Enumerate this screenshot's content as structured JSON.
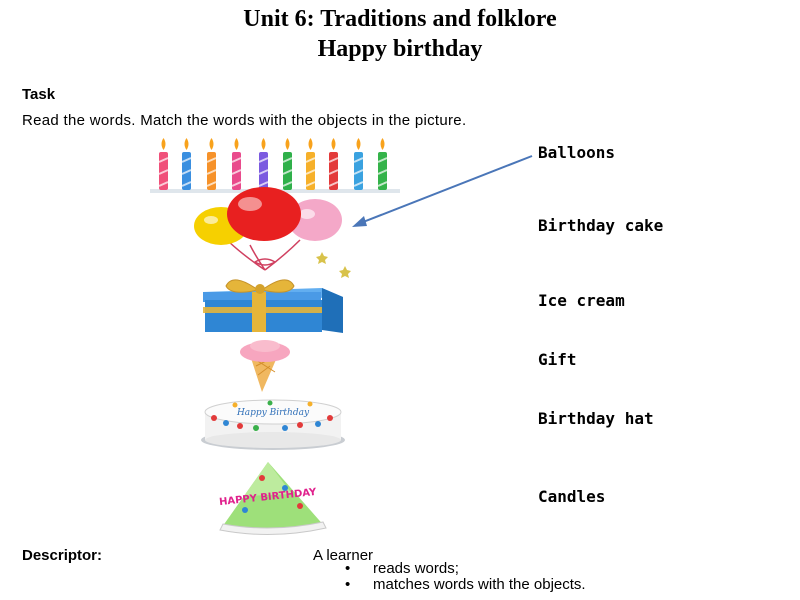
{
  "header": {
    "unit_title": "Unit 6: Traditions and folklore",
    "lesson_title": "Happy birthday"
  },
  "task": {
    "label": "Task",
    "instruction": "Read the words. Match the words with the objects in the picture."
  },
  "words": [
    "Balloons",
    "Birthday cake",
    "Ice cream",
    "Gift",
    "Birthday hat",
    "Candles"
  ],
  "pictures": [
    "candles-icon",
    "balloons-icon",
    "gift-icon",
    "ice-cream-icon",
    "birthday-cake-icon",
    "birthday-hat-icon"
  ],
  "cake_text": "Happy Birthday",
  "hat_text": "HAPPY BIRTHDAY",
  "descriptor": {
    "label": "Descriptor:",
    "subject": "A learner",
    "items": [
      "reads words;",
      "matches words with the objects."
    ]
  },
  "colors": {
    "arrow": "#4a76b8",
    "gift_box": "#2f86d4",
    "ribbon": "#e5b53a",
    "balloon_red": "#e82020",
    "balloon_yellow": "#f6d000",
    "balloon_pink": "#f4a8c8"
  }
}
